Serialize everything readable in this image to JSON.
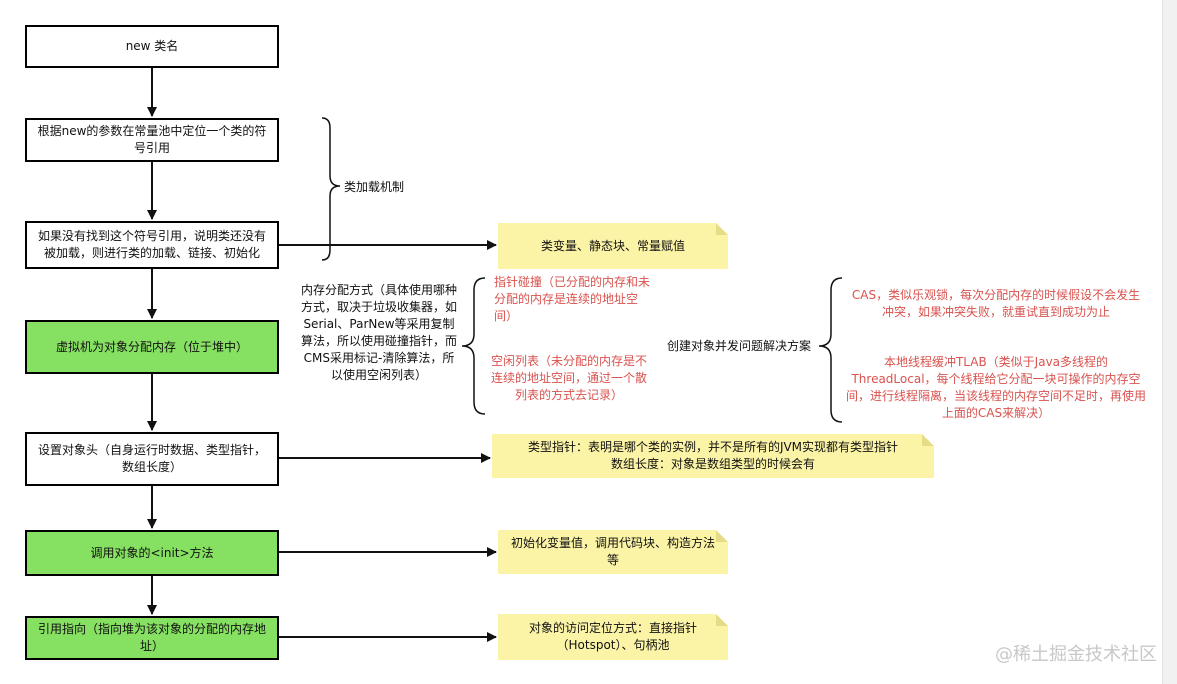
{
  "flow": {
    "step1": "new 类名",
    "step2": "根据new的参数在常量池中定位一个类的符号引用",
    "step3": "如果没有找到这个符号引用，说明类还没有被加载，则进行类的加载、链接、初始化",
    "step4": "虚拟机为对象分配内存（位于堆中）",
    "step5": "设置对象头（自身运行时数据、类型指针，数组长度）",
    "step6": "调用对象的<init>方法",
    "step7": "引用指向（指向堆为该对象的分配的内存地址）"
  },
  "labels": {
    "class_loading": "类加载机制",
    "alloc_method": "内存分配方式（具体使用哪种方式，取决于垃圾收集器，如Serial、ParNew等采用复制算法，所以使用碰撞指针，而CMS采用标记-清除算法，所以使用空闲列表）",
    "pointer_bump": "指针碰撞（已分配的内存和未分配的内存是连续的地址空间）",
    "free_list": "空闲列表（未分配的内存是不连续的地址空间，通过一个散列表的方式去记录）",
    "concurrency": "创建对象并发问题解决方案",
    "cas": "CAS，类似乐观锁，每次分配内存的时候假设不会发生冲突，如果冲突失败，就重试直到成功为止",
    "tlab": "本地线程缓冲TLAB（类似于Java多线程的ThreadLocal，每个线程给它分配一块可操作的内存空间，进行线程隔离，当该线程的内存空间不足时，再使用上面的CAS来解决）"
  },
  "notes": {
    "class_init": "类变量、静态块、常量赋值",
    "header_line1": "类型指针：表明是哪个类的实例，并不是所有的JVM实现都有类型指针",
    "header_line2": "数组长度：对象是数组类型的时候会有",
    "init_method": "初始化变量值，调用代码块、构造方法等",
    "access": "对象的访问定位方式：直接指针（Hotspot）、句柄池"
  },
  "watermark": "@稀土掘金技术社区",
  "colors": {
    "highlight_fill": "#86e061",
    "note_fill": "#fbf3a6",
    "red_text": "#d9534f"
  }
}
